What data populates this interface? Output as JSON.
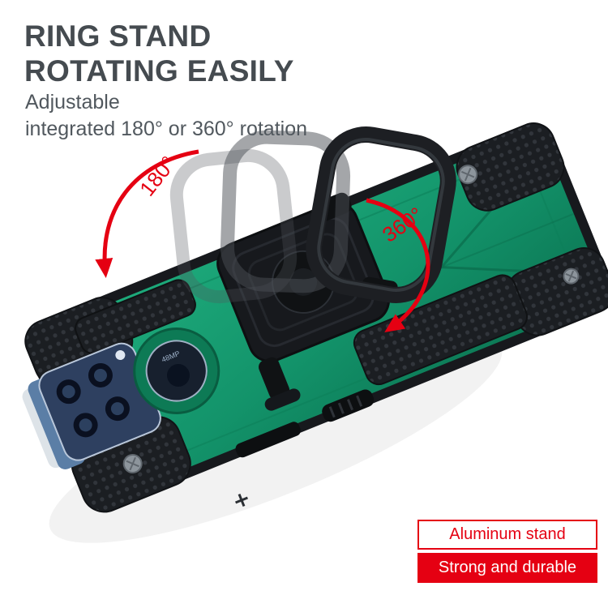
{
  "header": {
    "title_line1": "RING STAND",
    "title_line2": "ROTATING EASILY",
    "subtitle_line1": "Adjustable",
    "subtitle_line2": "integrated 180° or 360° rotation"
  },
  "annotations": {
    "left_rotation": "180°",
    "right_rotation": "360°"
  },
  "badges": {
    "primary": "Aluminum stand",
    "secondary": "Strong and durable"
  },
  "product": {
    "camera_label": "48MP",
    "colors": {
      "accent_red": "#e50012",
      "case_green_light": "#1fae7e",
      "case_green": "#13936a",
      "case_green_dark": "#0b7351",
      "trim_black": "#17191d"
    }
  }
}
